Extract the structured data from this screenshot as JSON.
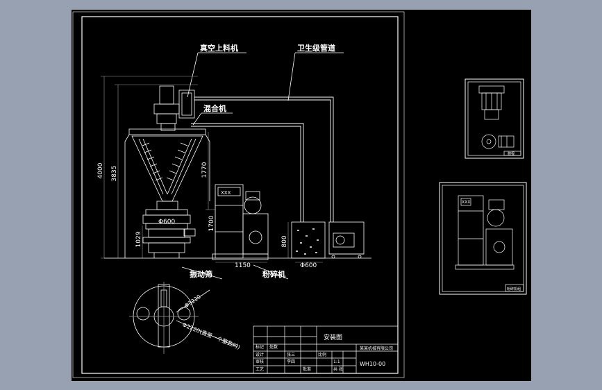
{
  "labels": {
    "vacuum_loader": "真空上料机",
    "sanitary_pipe": "卫生级管道",
    "mixer": "混合机",
    "vibrating_screen": "振动筛",
    "crusher": "粉碎机"
  },
  "dimensions": {
    "total_height": "4000",
    "height_3835": "3835",
    "height_1770": "1770",
    "height_1700": "1700",
    "height_1029": "1029",
    "height_800": "800",
    "width_1150": "1150",
    "dia_600": "Φ600",
    "dia_600b": "Φ600",
    "dia_3220": "Φ3220",
    "dia_2220": "Φ2220(直至一个整数时)"
  },
  "title_block": {
    "drawing_title": "安装图",
    "drawing_number": "WH10-00",
    "company": "某某机械有限公司",
    "row_design": "设计",
    "row_check": "审核",
    "row_process": "工艺",
    "row_approve": "批准",
    "name_a": "张三",
    "name_b": "李四",
    "scale_label": "比例",
    "scale_value": "1:1",
    "sheet_label": "共 张",
    "mark": "标记",
    "count": "处数"
  },
  "thumbnail_top_label": "俯视",
  "thumbnail_bottom_label": "粉碎机组",
  "crusher_badge": "XXX",
  "colors": {
    "outer_bg": "#97a1b2",
    "sheet": "#000000",
    "line": "#ffffff",
    "dim": "#9a9a9a"
  }
}
